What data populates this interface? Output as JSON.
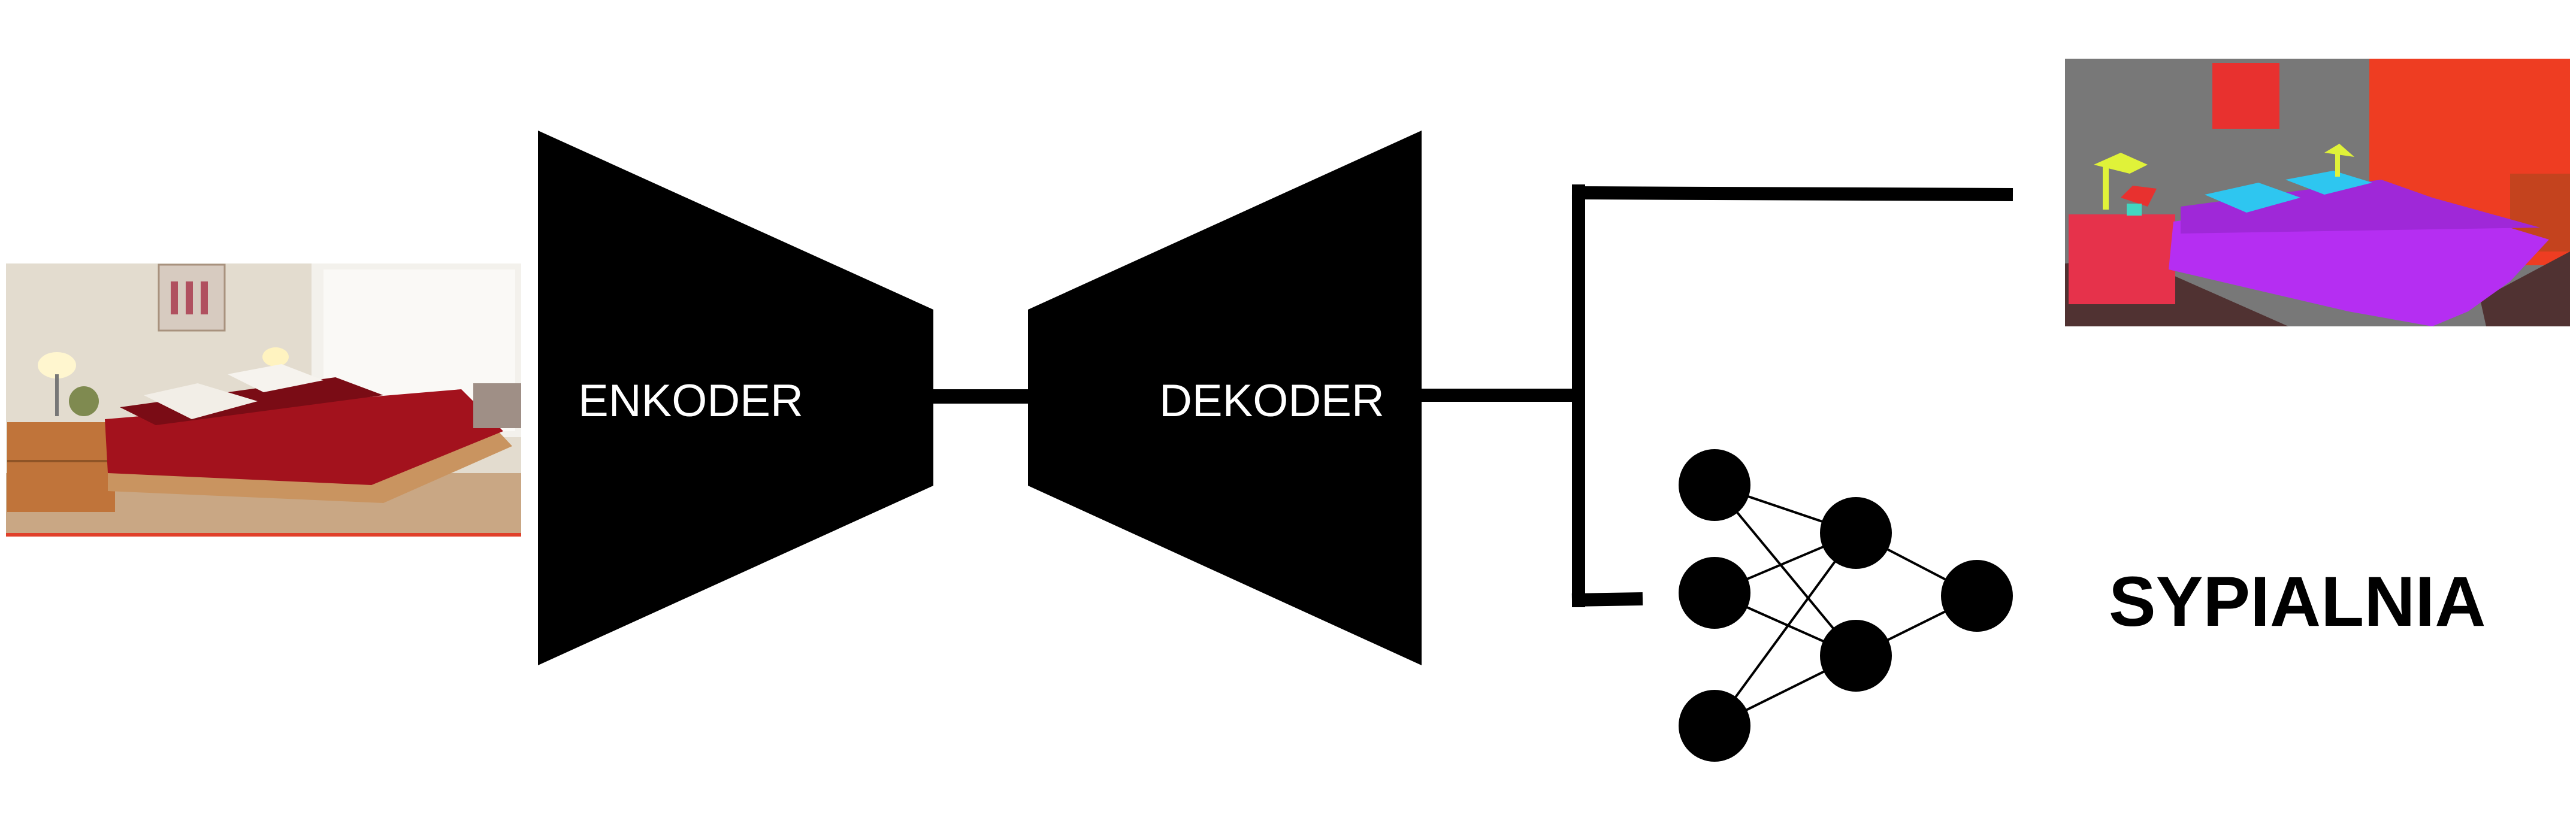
{
  "encoder": {
    "label": "ENKODER"
  },
  "decoder": {
    "label": "DEKODER"
  },
  "classification": {
    "label": "SYPIALNIA"
  },
  "colors": {
    "block": "#000000",
    "block_text": "#ffffff",
    "seg_wall": "#787878",
    "seg_floor": "#503232",
    "seg_bed": "#cc05ff",
    "seg_pillow": "#00eeff",
    "seg_cabinet": "#e6324b",
    "seg_lamp": "#e0ff00",
    "seg_painting": "#ff0832",
    "seg_window": "#ff3d06"
  },
  "icons": {
    "input_photo": "bedroom-photo",
    "segmentation_map": "segmentation-map",
    "classifier": "neural-network-icon"
  }
}
